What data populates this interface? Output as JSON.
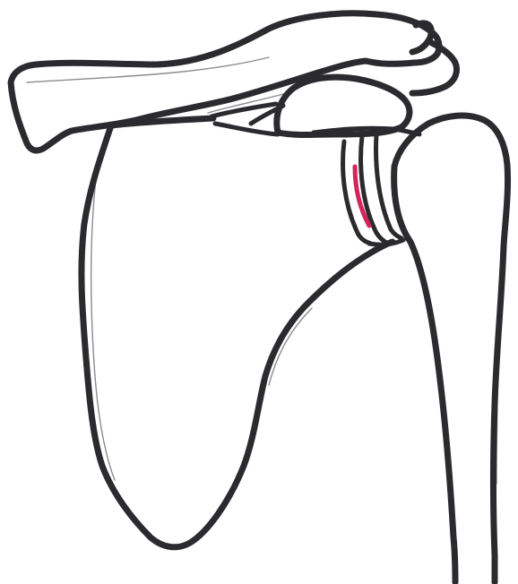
{
  "diagram": {
    "subject": "shoulder-joint-line-drawing",
    "colors": {
      "outline": "#2b2b2f",
      "highlight": "#d6245a",
      "background": "#ffffff"
    },
    "parts": [
      {
        "id": "acromion",
        "label": ""
      },
      {
        "id": "coracoid-process",
        "label": ""
      },
      {
        "id": "scapula",
        "label": ""
      },
      {
        "id": "humeral-head",
        "label": ""
      },
      {
        "id": "humerus-shaft",
        "label": ""
      },
      {
        "id": "glenoid-layers",
        "label": ""
      },
      {
        "id": "highlighted-cartilage-line",
        "label": ""
      }
    ]
  }
}
